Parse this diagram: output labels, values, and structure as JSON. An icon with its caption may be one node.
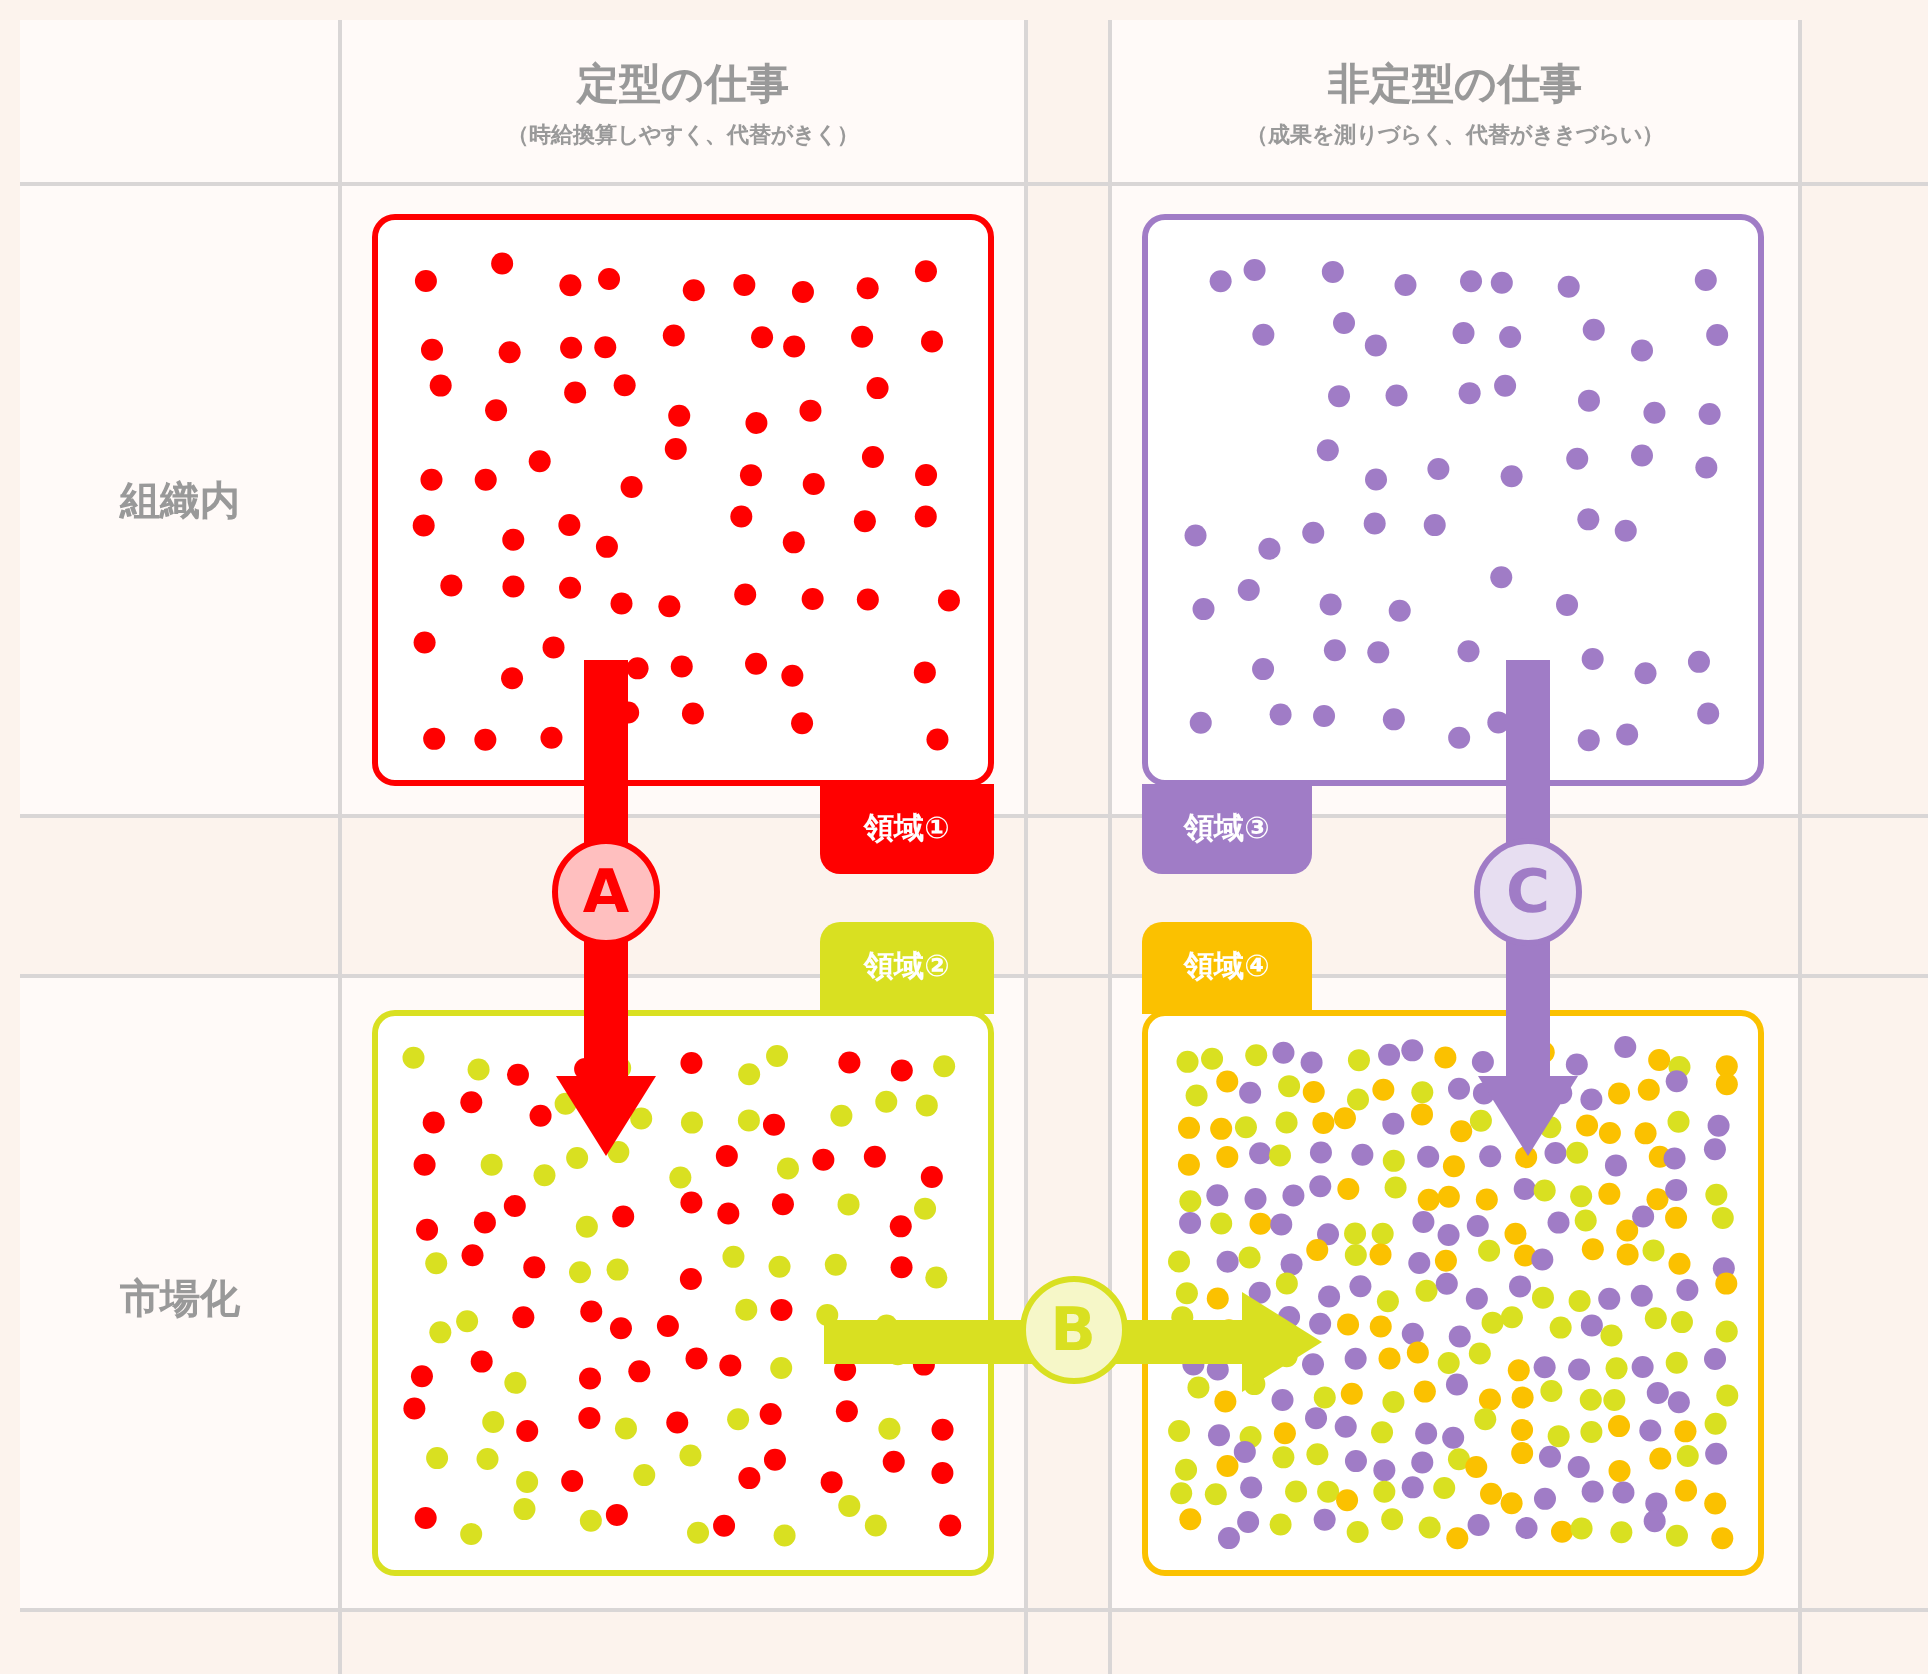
{
  "diagram": {
    "nodes": [
      {
        "text": [
          "領域①"
        ]
      },
      {
        "text": [
          "領域②"
        ]
      },
      {
        "text": [
          "領域③"
        ]
      },
      {
        "text": [
          "領域④"
        ]
      }
    ],
    "edges": [
      {
        "from": 0,
        "to": 1,
        "arrow": "to",
        "label": "A",
        "color": "#ff0000"
      },
      {
        "from": 1,
        "to": 3,
        "arrow": "to",
        "label": "B",
        "color": "#d9e021"
      },
      {
        "from": 2,
        "to": 3,
        "arrow": "to",
        "label": "C",
        "color": "#a07cc6"
      }
    ],
    "labels": [
      "定型の仕事",
      "（時給換算しやすく、代替がきく）",
      "非定型の仕事",
      "（成果を測りづらく、代替がききづらい）",
      "組織内",
      "市場化"
    ]
  }
}
